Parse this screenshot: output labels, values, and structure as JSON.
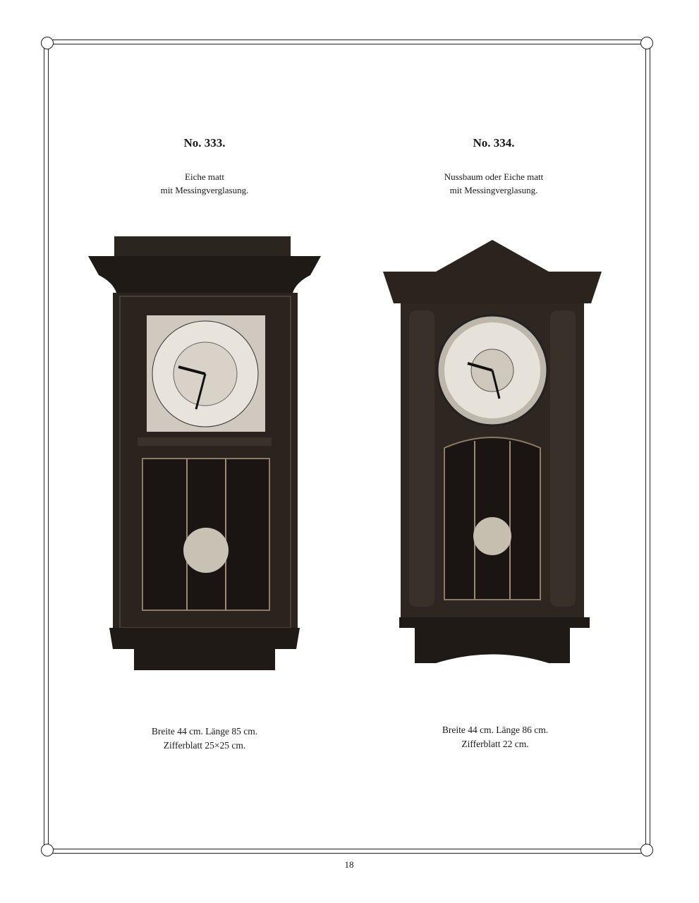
{
  "items": [
    {
      "number": "No. 333.",
      "material": "Eiche matt",
      "glazing": "mit Messingverglasung.",
      "size": "Breite 44 cm.  Länge 85 cm.",
      "dial": "Zifferblatt 25×25 cm."
    },
    {
      "number": "No. 334.",
      "material": "Nussbaum oder Eiche matt",
      "glazing": "mit Messingverglasung.",
      "size": "Breite 44 cm.  Länge 86 cm.",
      "dial": "Zifferblatt 22 cm."
    }
  ],
  "page_number": "18"
}
